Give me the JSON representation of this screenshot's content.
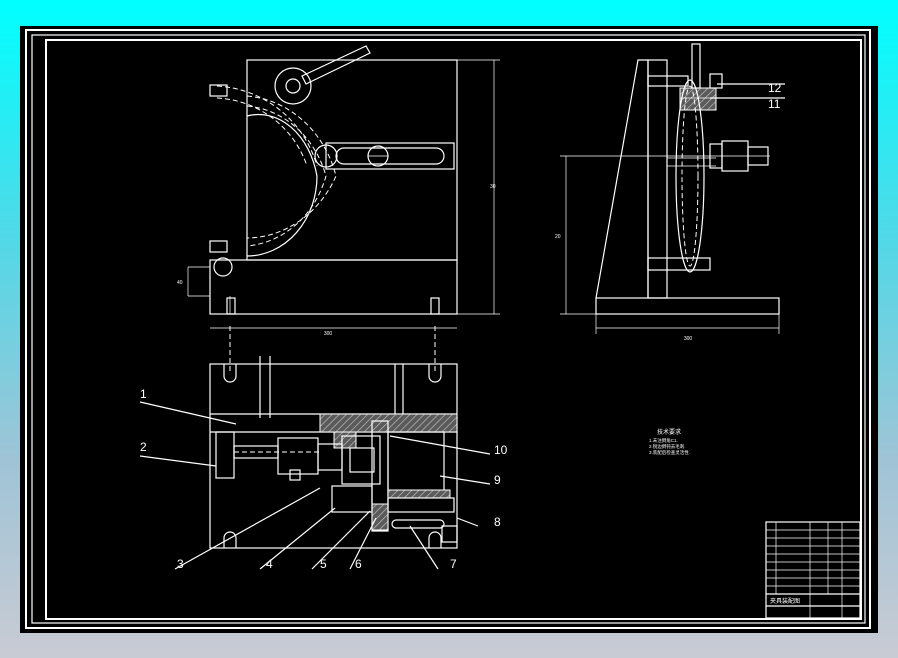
{
  "drawing": {
    "part_labels": [
      "1",
      "2",
      "3",
      "4",
      "5",
      "6",
      "7",
      "8",
      "9",
      "10",
      "11",
      "12"
    ],
    "dimensions": {
      "front_width": "300",
      "front_height": "30",
      "front_small": "40",
      "side_width": "300",
      "side_height": "20"
    },
    "notes_title": "技术要求",
    "notes_lines": [
      "1.未注倒角C1.",
      "2.锐边倒钝去毛刺.",
      "3.装配后检查灵活性."
    ],
    "title_block_name": "夹具装配图"
  },
  "colors": {
    "paper": "#000000",
    "ink": "#ffffff",
    "hatch": "#8a8a8a"
  }
}
